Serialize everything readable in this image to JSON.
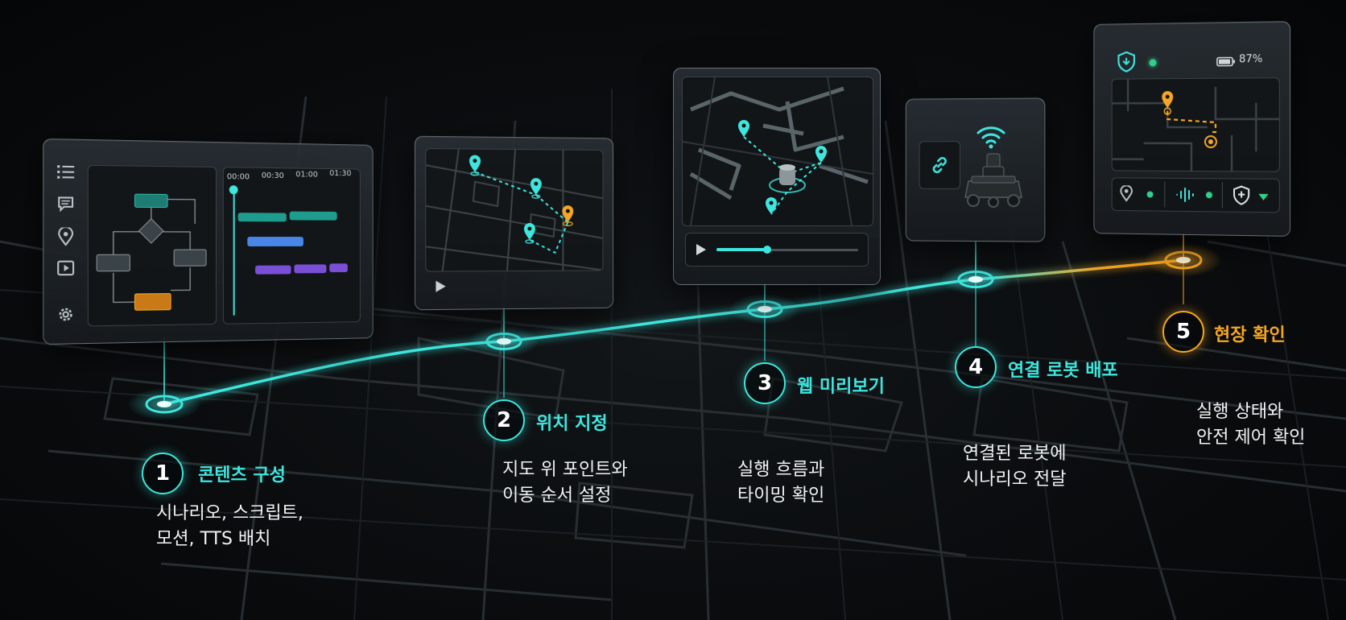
{
  "steps": [
    {
      "number": "1",
      "title": "콘텐츠 구성",
      "desc_line1": "시나리오, 스크립트,",
      "desc_line2": "모션, TTS 배치"
    },
    {
      "number": "2",
      "title": "위치 지정",
      "desc_line1": "지도 위 포인트와",
      "desc_line2": "이동 순서 설정"
    },
    {
      "number": "3",
      "title": "웹 미리보기",
      "desc_line1": "실행 흐름과",
      "desc_line2": "타이밍 확인"
    },
    {
      "number": "4",
      "title": "연결 로봇 배포",
      "desc_line1": "연결된 로봇에",
      "desc_line2": "시나리오 전달"
    },
    {
      "number": "5",
      "title": "현장 확인",
      "desc_line1": "실행 상태와",
      "desc_line2": "안전 제어 확인"
    }
  ],
  "timeline": {
    "labels": [
      "00:00",
      "00:30",
      "01:00",
      "01:30"
    ]
  },
  "status": {
    "battery": "87%"
  },
  "colors": {
    "accent": "#3ee6dd",
    "highlight": "#f5a623",
    "blue": "#4a86e8",
    "purple": "#7a4fd6",
    "teal_bar": "#1e9c8e"
  },
  "icons": [
    "list-icon",
    "chat-icon",
    "map-pin-icon",
    "play-icon",
    "gear-icon",
    "link-icon",
    "wifi-icon",
    "robot-icon",
    "shield-icon",
    "battery-icon",
    "waveform-icon"
  ]
}
